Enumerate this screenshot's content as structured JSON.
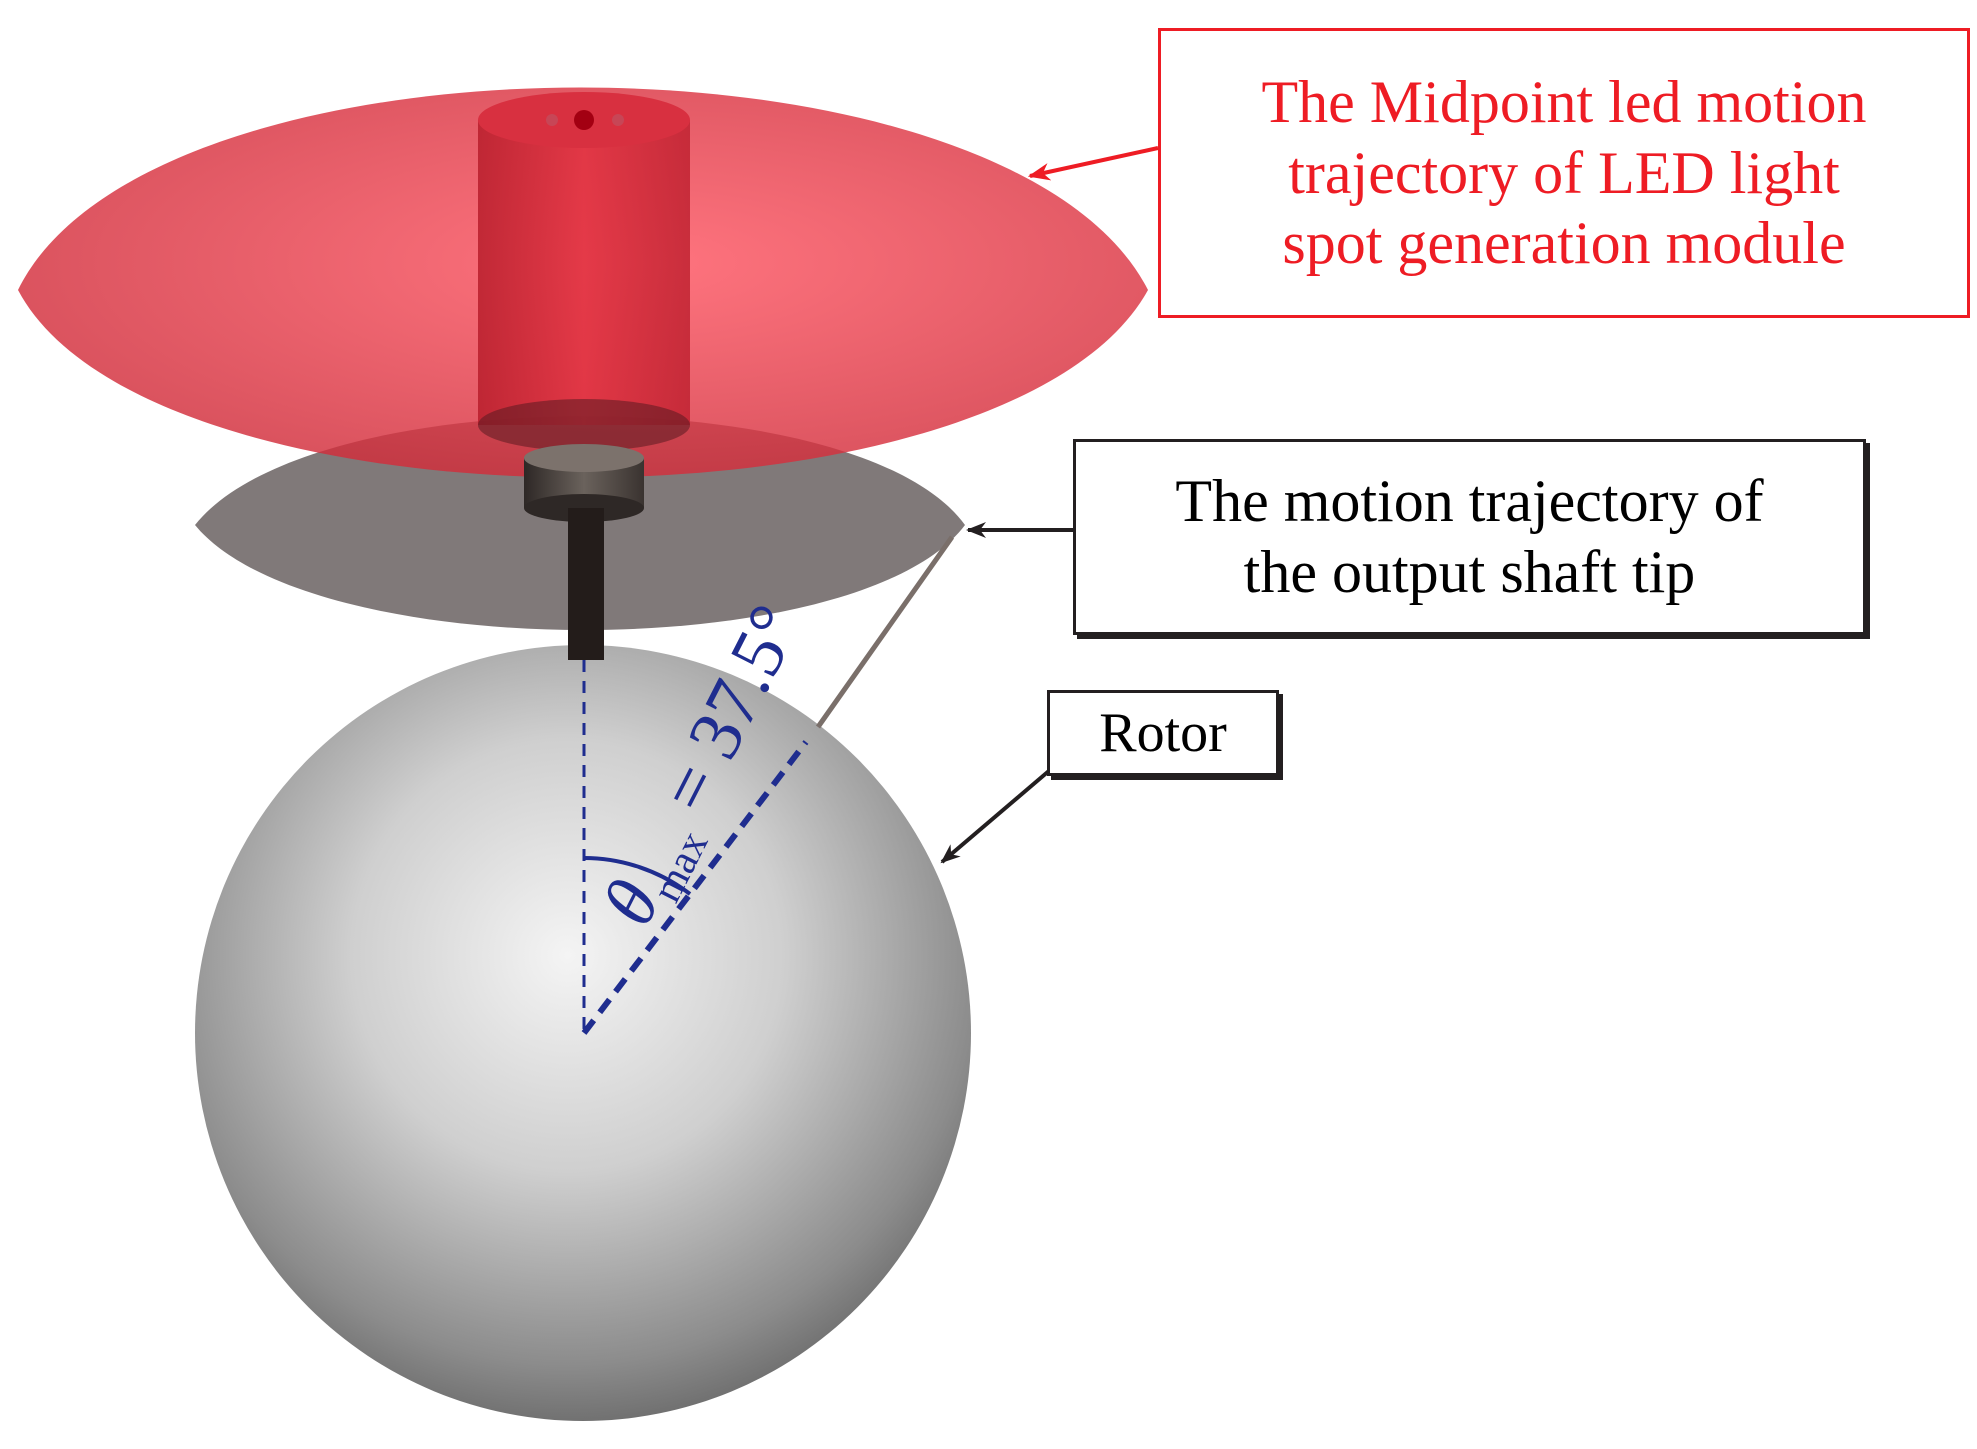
{
  "callouts": {
    "led": {
      "lines": [
        "The Midpoint led motion",
        "trajectory of LED light",
        "spot generation module"
      ],
      "color": "#ee1c24"
    },
    "shaft": {
      "lines": [
        "The motion trajectory of",
        "the output shaft tip"
      ]
    },
    "rotor": {
      "label": "Rotor"
    }
  },
  "angle": {
    "symbol": "θ",
    "subscript": "max",
    "value": "= 37.5°",
    "degrees": 37.5,
    "color": "#1f2d8f"
  },
  "colors": {
    "led_disc": "#e8303d",
    "shaft_disc": "#5a5050",
    "rotor_light": "#f2f2f2",
    "rotor_dark": "#6a6a6a",
    "arrow": "#231f20"
  }
}
